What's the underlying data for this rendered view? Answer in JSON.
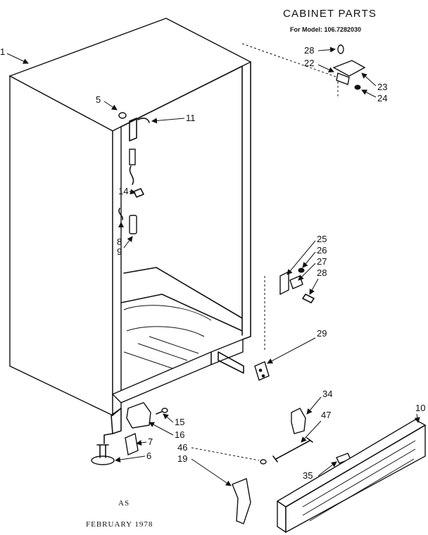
{
  "title": "CABINET PARTS",
  "model_line": "For Model:  106.7282030",
  "footer_as": "AS",
  "footer_date": "FEBRUARY  1978",
  "callouts": {
    "p1": "1",
    "p5": "5",
    "p11": "11",
    "p14": "14",
    "p8": "8",
    "p9": "9",
    "p28a": "28",
    "p22": "22",
    "p23": "23",
    "p24": "24",
    "p25": "25",
    "p26": "26",
    "p27": "27",
    "p28b": "28",
    "p29": "29",
    "p34": "34",
    "p47": "47",
    "p10": "10",
    "p35": "35",
    "p15": "15",
    "p16": "16",
    "p7": "7",
    "p6": "6",
    "p46": "46",
    "p19": "19"
  }
}
